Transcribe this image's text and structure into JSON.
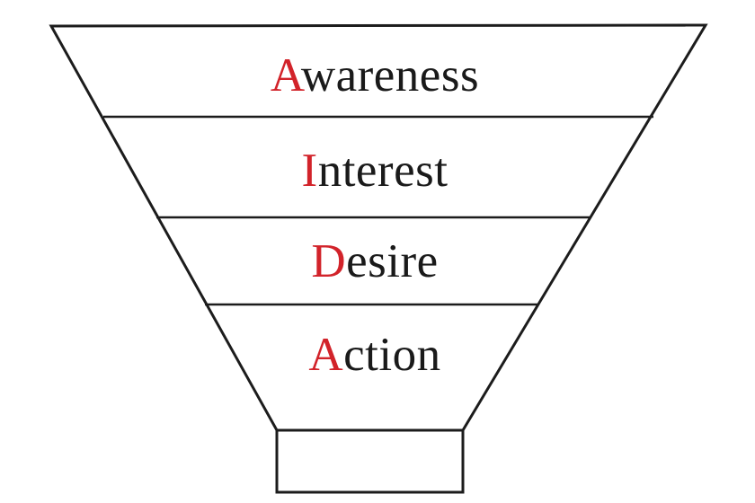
{
  "funnel": {
    "stages": [
      {
        "initial": "A",
        "rest": "wareness"
      },
      {
        "initial": "I",
        "rest": "nterest"
      },
      {
        "initial": "D",
        "rest": "esire"
      },
      {
        "initial": "A",
        "rest": "ction"
      }
    ]
  },
  "colors": {
    "initial_accent": "#D2232A",
    "text": "#1A1A1A",
    "outline": "#1C1C1C",
    "background": "#FFFFFF"
  }
}
